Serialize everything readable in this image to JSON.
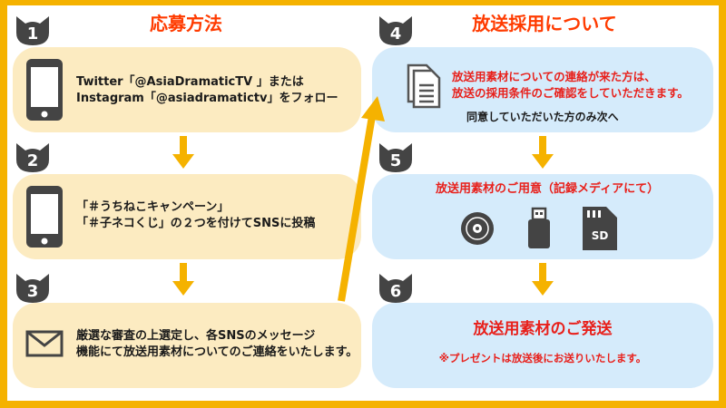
{
  "headings": {
    "left": "応募方法",
    "right": "放送採用について"
  },
  "steps": {
    "s1": {
      "number": "1",
      "lines": [
        "Twitter「@AsiaDramaticTV 」または",
        "Instagram「@asiadramatictv」をフォロー"
      ]
    },
    "s2": {
      "number": "2",
      "lines": [
        "「＃うちねこキャンペーン」",
        "「＃子ネコくじ」の２つを付けてSNSに投稿"
      ]
    },
    "s3": {
      "number": "3",
      "lines": [
        "厳選な審査の上選定し、各SNSのメッセージ",
        "機能にて放送用素材についてのご連絡をいたします。"
      ]
    },
    "s4": {
      "number": "4",
      "lines": [
        "放送用素材についての連絡が来た方は、",
        "放送の採用条件のご確認をしていただきます。"
      ],
      "note": "同意していただいた方のみ次へ"
    },
    "s5": {
      "number": "5",
      "title": "放送用素材のご用意（記録メディアにて）",
      "sd_label": "SD"
    },
    "s6": {
      "number": "6",
      "title": "放送用素材のご発送",
      "note": "※プレゼントは放送後にお送りいたします。"
    }
  },
  "colors": {
    "border": "#f5b200",
    "heading": "#ff3b00",
    "left_card": "#fcebc1",
    "right_card": "#d5ebfb",
    "arrow": "#f5b200"
  }
}
